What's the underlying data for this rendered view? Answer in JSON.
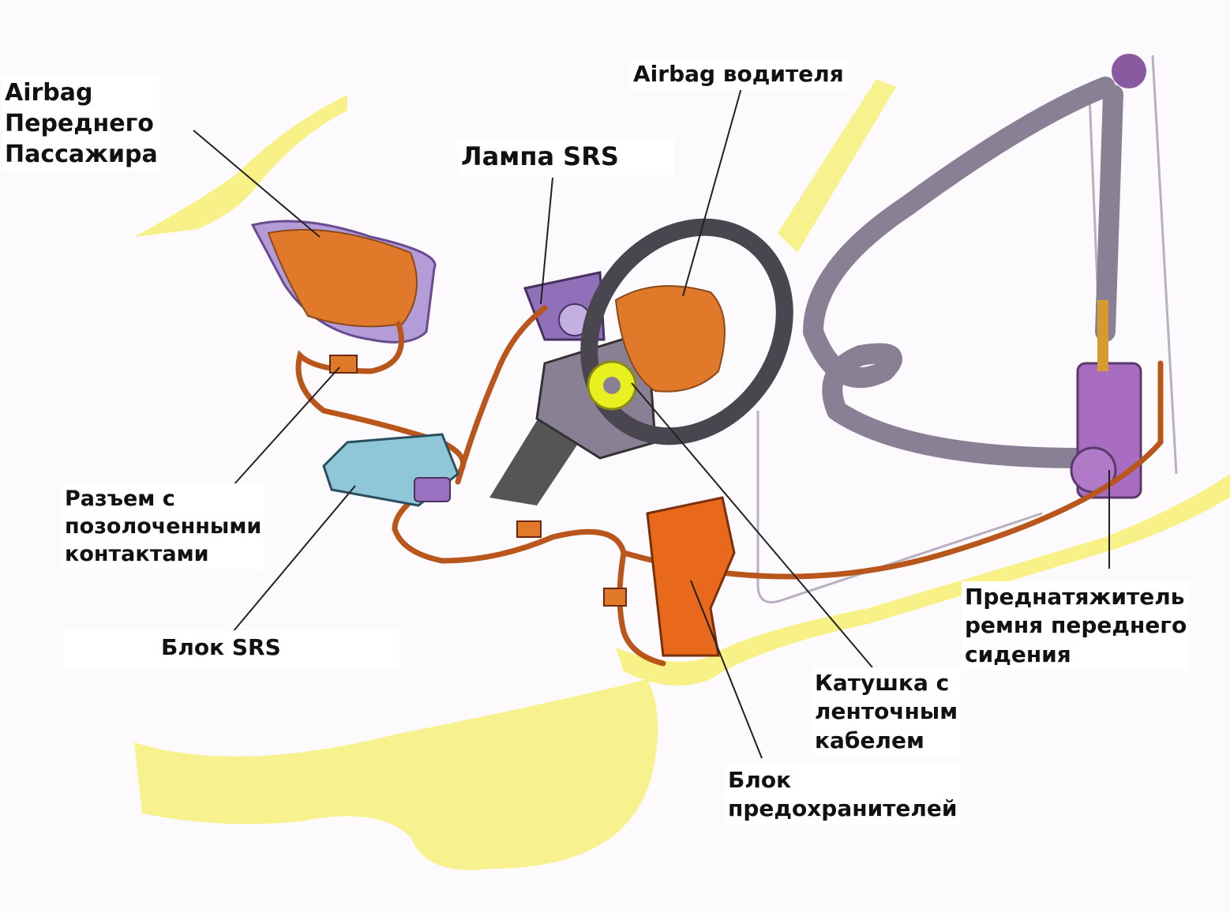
{
  "title": "SRS system components",
  "labels": {
    "passenger_airbag": [
      "Airbag",
      "Переднего",
      "Пассажира"
    ],
    "driver_airbag": "Airbag водителя",
    "srs_lamp": "Лампа SRS",
    "connector": [
      "Разъем с",
      "позолоченными",
      "контактами"
    ],
    "srs_unit": "Блок SRS",
    "pretensioner": [
      "Преднатяжитель",
      "ремня переднего",
      "сидения"
    ],
    "clock_spring": [
      "Катушка с",
      "ленточным",
      "кабелем"
    ],
    "fuse_box": [
      "Блок",
      "предохранителей"
    ]
  },
  "colors": {
    "body": "#f7f07a",
    "airbag": "#e07a2a",
    "wire": "#b8561c",
    "belt": "#8a8096",
    "srs_unit": "#8fc6d8",
    "coil": "#e8f020",
    "fuse": "#e8681c"
  }
}
